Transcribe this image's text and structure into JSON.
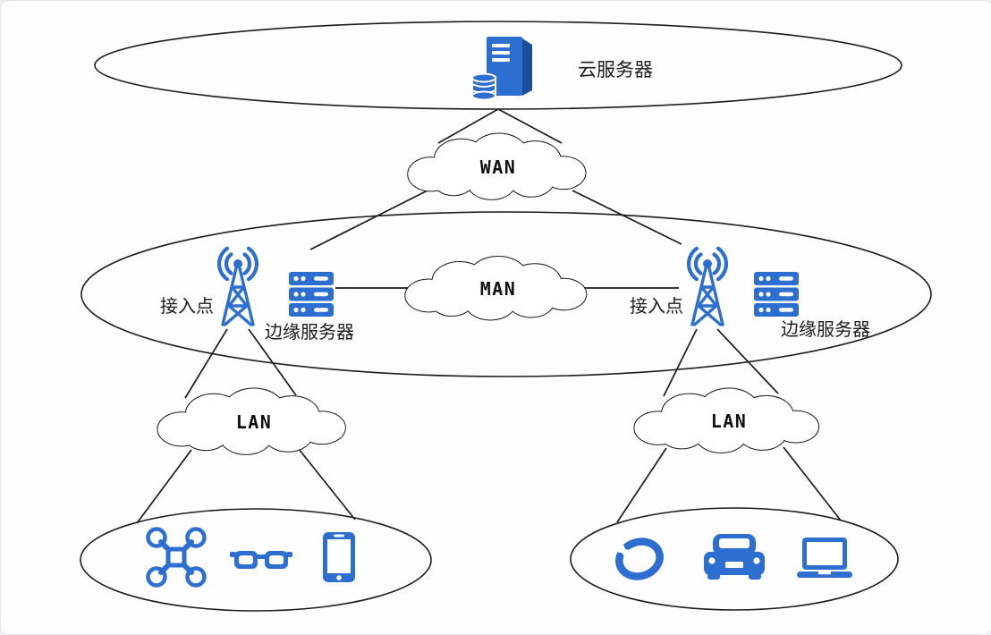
{
  "diagram": {
    "type": "edge-computing-network-architecture",
    "nodes": {
      "cloud_server": {
        "label": "云服务器",
        "icon": "cloud-server-tower-with-database-icon"
      },
      "wan": {
        "label": "WAN",
        "icon": "cloud-shape"
      },
      "man": {
        "label": "MAN",
        "icon": "cloud-shape"
      },
      "lan_left": {
        "label": "LAN",
        "icon": "cloud-shape"
      },
      "lan_right": {
        "label": "LAN",
        "icon": "cloud-shape"
      },
      "access_point_left": {
        "label": "接入点",
        "icon": "antenna-tower-icon"
      },
      "access_point_right": {
        "label": "接入点",
        "icon": "antenna-tower-icon"
      },
      "edge_server_left": {
        "label": "边缘服务器",
        "icon": "server-rack-icon"
      },
      "edge_server_right": {
        "label": "边缘服务器",
        "icon": "server-rack-icon"
      },
      "devices_left": [
        "drone-icon",
        "smart-glasses-icon",
        "smartphone-icon"
      ],
      "devices_right": [
        "smart-band-icon",
        "car-icon",
        "laptop-icon"
      ]
    },
    "colors": {
      "icon_blue": "#2d6fd1",
      "icon_blue_dark": "#1d4e9c",
      "outline": "#1c1c1c",
      "cloud_fill": "#ffffff",
      "background": "#fdfdfe"
    }
  }
}
